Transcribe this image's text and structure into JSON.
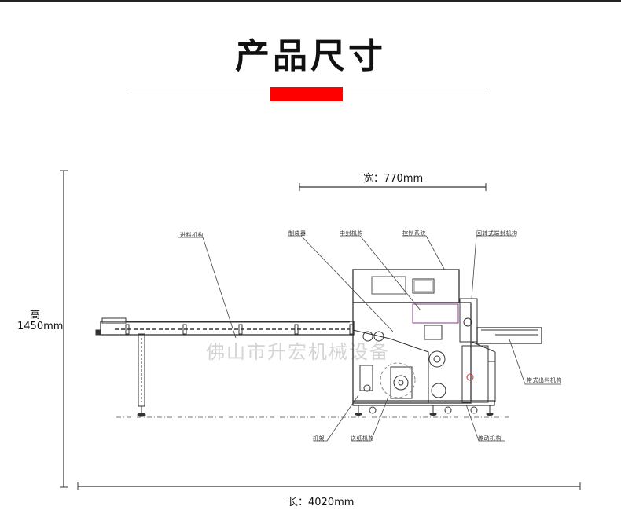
{
  "header": {
    "title": "产品尺寸",
    "accent_color": "#ff0000",
    "rule_color": "#b08a80"
  },
  "dimensions": {
    "width_label": "宽：770mm",
    "height_label_char": "高",
    "height_value": "1450mm",
    "length_label": "长：4020mm"
  },
  "callouts": {
    "feed_mechanism": "进料机构",
    "brake": "制袋器",
    "center_seal": "中封机构",
    "control_system": "控制系统",
    "rotary_end_seal": "回转式端封机构",
    "belt_discharge": "带式出料机构",
    "frame": "机架",
    "film_feed": "送纸机构",
    "drive_mechanism": "传动机构"
  },
  "watermark": "佛山市升宏机械设备"
}
